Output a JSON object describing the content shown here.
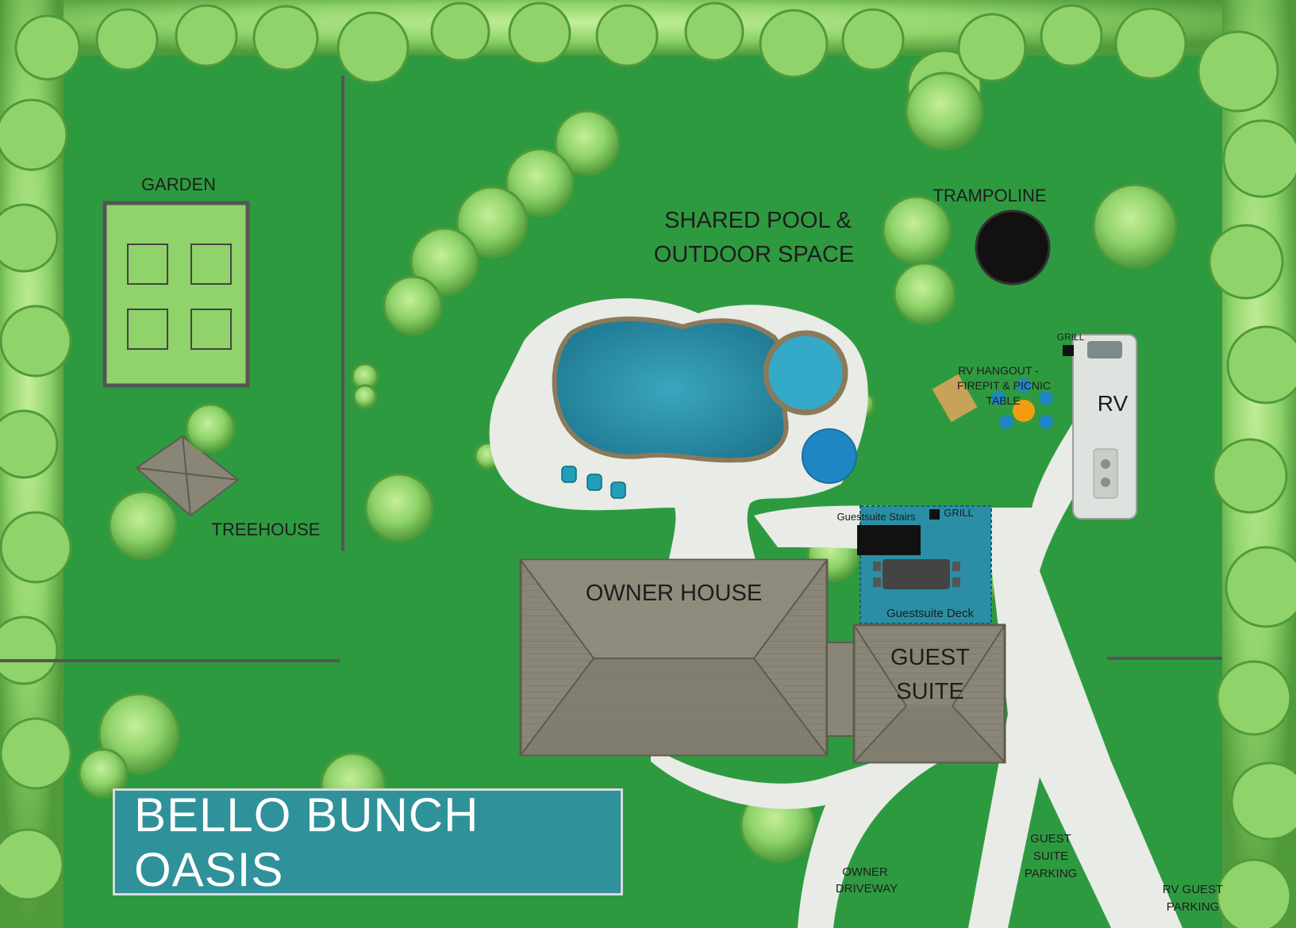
{
  "title": "BELLO BUNCH OASIS",
  "labels": {
    "garden": "GARDEN",
    "treehouse": "TREEHOUSE",
    "pool_line1": "SHARED POOL &",
    "pool_line2": "OUTDOOR SPACE",
    "trampoline": "TRAMPOLINE",
    "grill_rv": "GRILL",
    "rv_hangout_line1": "RV HANGOUT -",
    "rv_hangout_line2": "FIREPIT & PICNIC",
    "rv_hangout_line3": "TABLE",
    "rv": "RV",
    "guestsuite_stairs": "Guestsuite Stairs",
    "grill_deck": "GRILL",
    "guestsuite_deck": "Guestsuite Deck",
    "owner_house": "OWNER HOUSE",
    "guest_suite_line1": "GUEST",
    "guest_suite_line2": "SUITE",
    "owner_driveway_line1": "OWNER",
    "owner_driveway_line2": "DRIVEWAY",
    "guest_parking_line1": "GUEST",
    "guest_parking_line2": "SUITE",
    "guest_parking_line3": "PARKING",
    "rv_parking_line1": "RV GUEST",
    "rv_parking_line2": "PARKING"
  },
  "colors": {
    "grass": "#2e9a40",
    "tree_light": "#8fd36a",
    "tree_dark": "#5fae48",
    "path": "#e8ebe6",
    "pool": "#2c8fa8",
    "roof": "#8a8677",
    "deck": "#2a8fa5",
    "title_bg": "#2f9199"
  }
}
